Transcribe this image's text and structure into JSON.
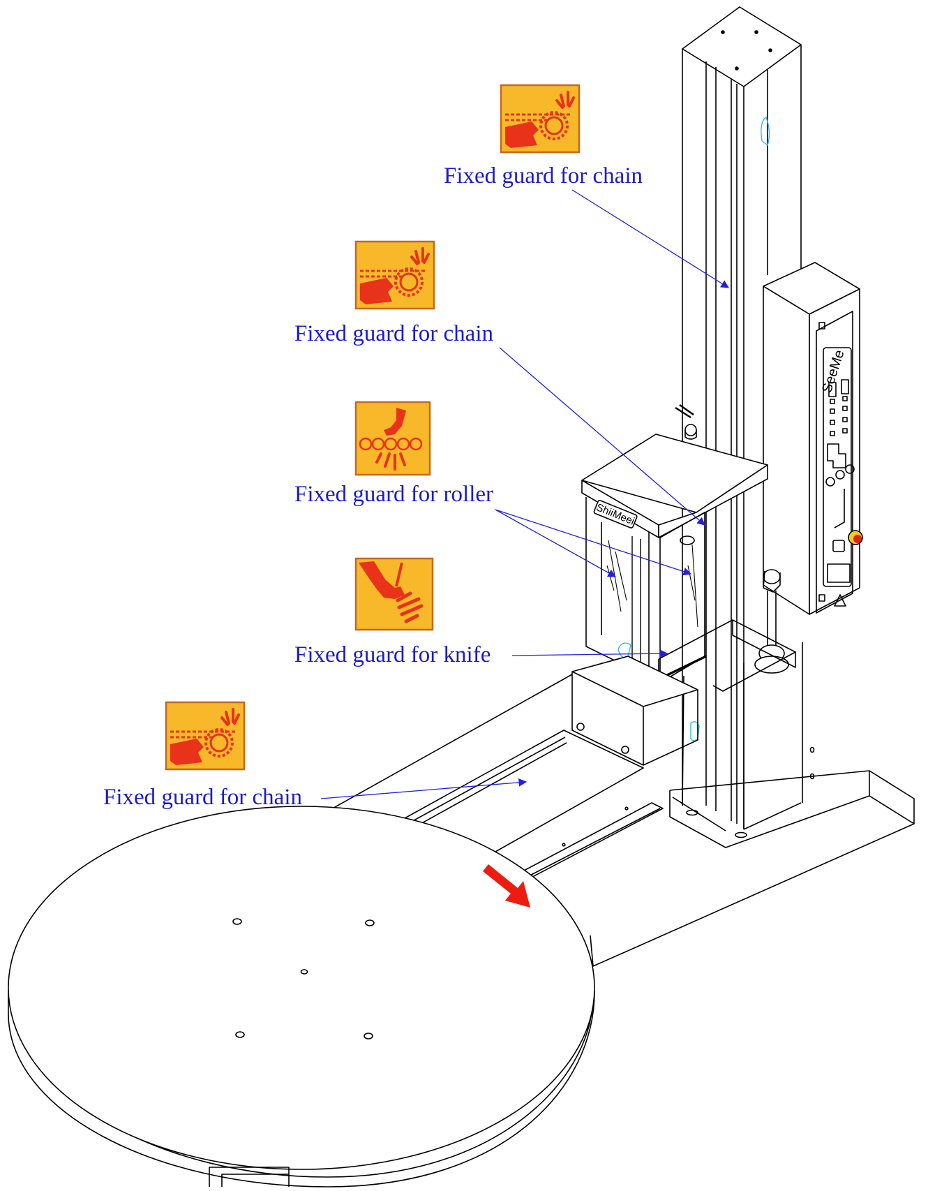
{
  "colors": {
    "label": "#1a1ad0",
    "leader": "#2020e0",
    "sign_bg": "#f7b82a",
    "sign_border": "#c8671a",
    "sign_symbol": "#e8321a",
    "line": "#000000",
    "accent_cyan": "#35b8e8",
    "rotation_arrow": "#ee1c10"
  },
  "callouts": [
    {
      "id": "chain-guard-mast-top",
      "text": "Fixed guard for chain",
      "icon": "chain-entanglement-hazard-icon"
    },
    {
      "id": "chain-guard-carriage",
      "text": "Fixed guard for chain",
      "icon": "chain-entanglement-hazard-icon"
    },
    {
      "id": "roller-guard",
      "text": "Fixed guard for roller",
      "icon": "roller-crush-hazard-icon"
    },
    {
      "id": "knife-guard",
      "text": "Fixed guard for knife",
      "icon": "cutting-blade-hazard-icon"
    },
    {
      "id": "chain-guard-base",
      "text": "Fixed guard for chain",
      "icon": "chain-entanglement-hazard-icon"
    }
  ],
  "machine": {
    "control_panel_brand": "SeeMe",
    "carriage_brand": "ShiiMeei",
    "turntable_rotation": "clockwise-arrow"
  }
}
